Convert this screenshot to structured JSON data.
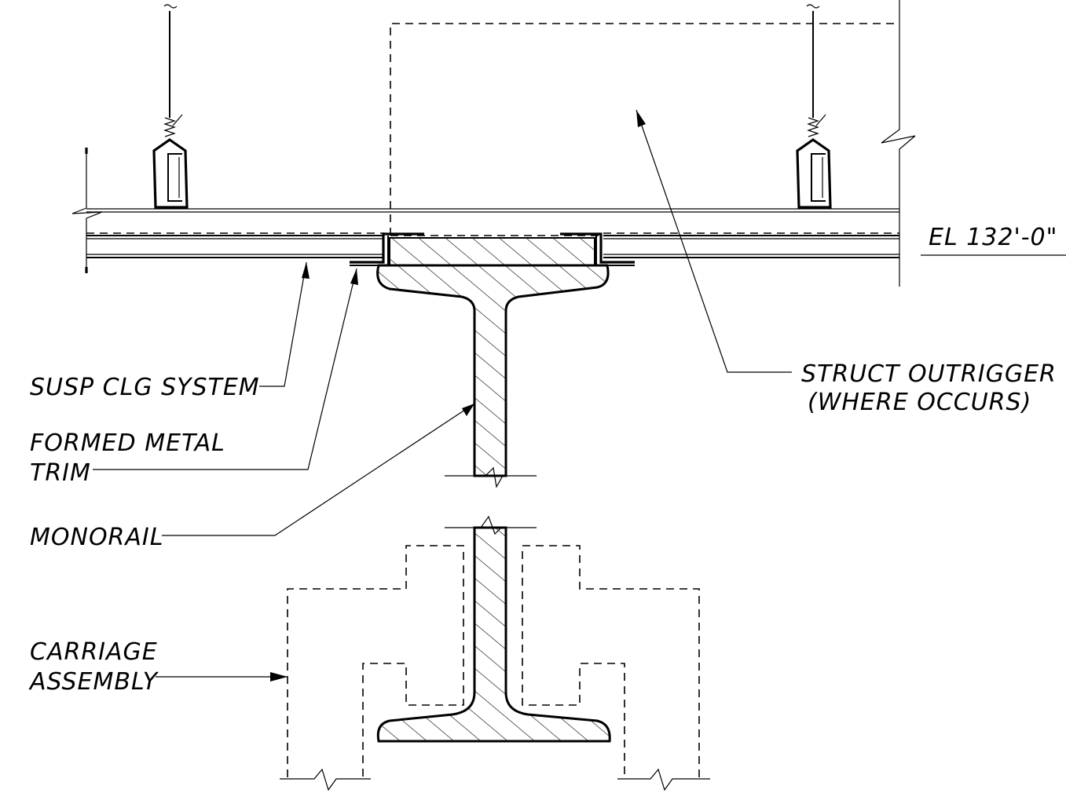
{
  "labels": {
    "susp_clg": "SUSP CLG SYSTEM",
    "formed_trim_1": "FORMED METAL",
    "formed_trim_2": "TRIM",
    "monorail": "MONORAIL",
    "carriage_1": "CARRIAGE",
    "carriage_2": "ASSEMBLY",
    "outrigger_1": "STRUCT OUTRIGGER",
    "outrigger_2": "(WHERE OCCURS)",
    "elevation": "EL 132'-0\""
  }
}
